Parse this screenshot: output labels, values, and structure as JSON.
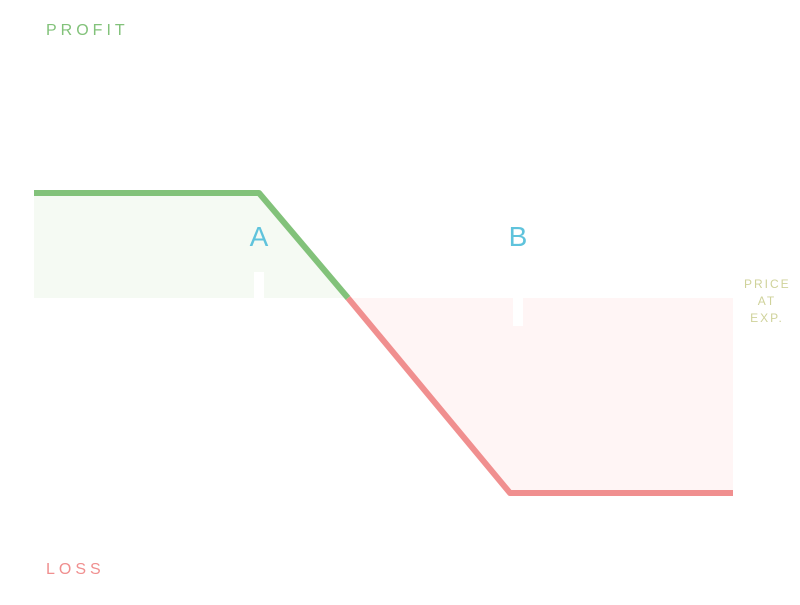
{
  "labels": {
    "profit": "PROFIT",
    "loss": "LOSS",
    "strike_a": "A",
    "strike_b": "B",
    "x_axis_lines": [
      "PRICE",
      "AT",
      "EXP."
    ]
  },
  "colors": {
    "profit": "#82c27a",
    "loss": "#f08f8f",
    "profit_fill": "#f5faf3",
    "loss_fill": "#fff5f5",
    "strike": "#5fc3dc",
    "axis_label": "#cfd29a"
  }
}
